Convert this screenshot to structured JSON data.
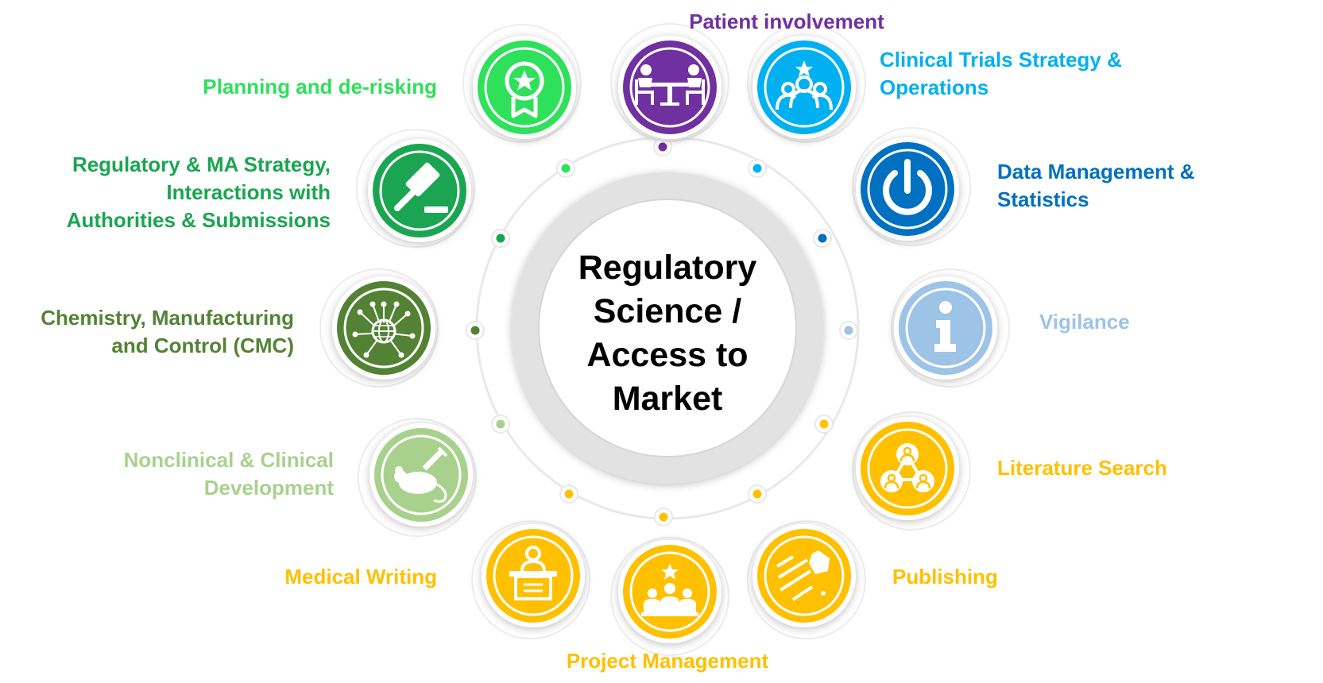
{
  "center": {
    "title": "Regulatory\nScience /\nAccess to\nMarket"
  },
  "services": [
    {
      "id": "patient-involvement",
      "label": "Patient involvement",
      "color": "#7030A0",
      "icon": "meeting-table-icon"
    },
    {
      "id": "clinical-trials",
      "label": "Clinical Trials Strategy &\nOperations",
      "color": "#00B0F0",
      "icon": "team-star-icon"
    },
    {
      "id": "data-management",
      "label": "Data Management &\nStatistics",
      "color": "#0070C0",
      "icon": "power-icon"
    },
    {
      "id": "vigilance",
      "label": "Vigilance",
      "color": "#9DC3E6",
      "icon": "info-icon"
    },
    {
      "id": "literature-search",
      "label": "Literature Search",
      "color": "#FFC000",
      "icon": "network-people-icon"
    },
    {
      "id": "publishing",
      "label": "Publishing",
      "color": "#FFC000",
      "icon": "rocket-launch-icon"
    },
    {
      "id": "project-management",
      "label": "Project Management",
      "color": "#FFC000",
      "icon": "team-leader-icon"
    },
    {
      "id": "medical-writing",
      "label": "Medical Writing",
      "color": "#FFC000",
      "icon": "lectern-speaker-icon"
    },
    {
      "id": "nonclinical",
      "label": "Nonclinical & Clinical\nDevelopment",
      "color": "#A9D18E",
      "icon": "lab-mouse-syringe-icon"
    },
    {
      "id": "cmc",
      "label": "Chemistry, Manufacturing\nand Control (CMC)",
      "color": "#548235",
      "icon": "globe-network-icon"
    },
    {
      "id": "regulatory-strategy",
      "label": "Regulatory & MA Strategy,\nInteractions with\nAuthorities & Submissions",
      "color": "#1BA552",
      "icon": "gavel-icon"
    },
    {
      "id": "planning",
      "label": "Planning and de-risking",
      "color": "#2FE05B",
      "icon": "award-badge-icon"
    }
  ]
}
